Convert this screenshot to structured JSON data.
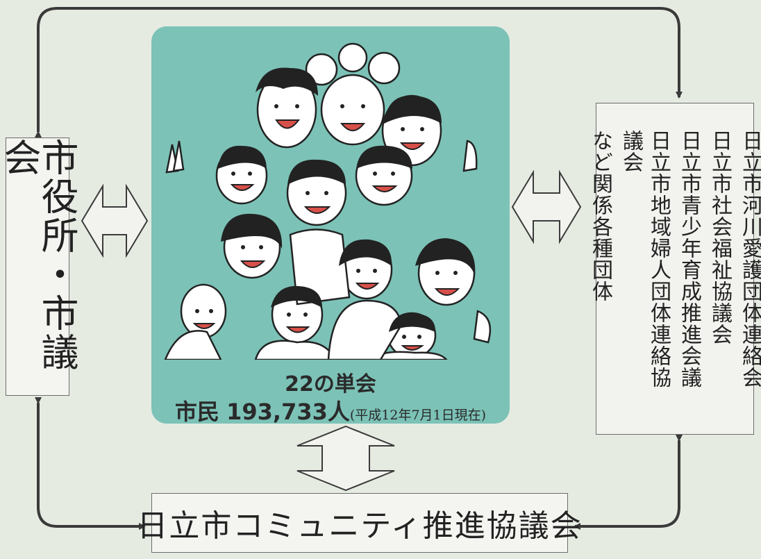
{
  "left_box": {
    "text": "市役所・市議会"
  },
  "right_box": {
    "lines": [
      "日立市河川愛護団体連絡会",
      "日立市社会福祉協議会",
      "日立市青少年育成推進会議",
      "日立市地域婦人団体連絡協議会",
      "など関係各種団体"
    ]
  },
  "center_panel": {
    "caption_line1": "22の単会",
    "caption_label": "市民",
    "caption_value": "193,733人",
    "caption_date": "(平成12年7月1日現在)"
  },
  "bottom_box": {
    "text": "日立市コミュニティ推進協議会"
  },
  "colors": {
    "background": "#e6ebe2",
    "panel_teal": "#7cc2b7",
    "box_fill": "#f4f5f1",
    "line": "#3a3a3a"
  }
}
